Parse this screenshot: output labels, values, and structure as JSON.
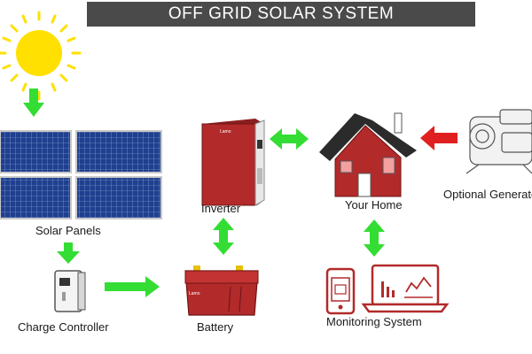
{
  "title": "OFF GRID SOLAR SYSTEM",
  "labels": {
    "solar_panels": "Solar Panels",
    "charge_controller": "Charge Controller",
    "inverter": "Inverter",
    "battery": "Battery",
    "your_home": "Your Home",
    "optional_generator": "Optional Generator",
    "monitoring_system": "Monitoring System"
  },
  "brand": {
    "inverter": "Lamo",
    "battery": "Lamo"
  },
  "colors": {
    "flow_arrow": "#33dd33",
    "generator_arrow": "#e02020",
    "equipment_red": "#b22a2a",
    "title_bg": "#4a4a4a",
    "sun": "#ffe000"
  }
}
